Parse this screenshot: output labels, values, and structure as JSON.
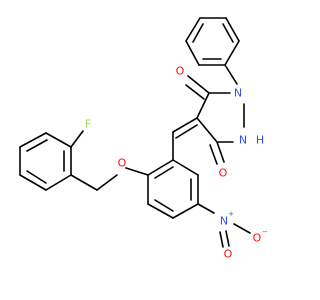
{
  "colors": {
    "bond": "#000000",
    "oxygen": "#ff0d0d",
    "nitrogen": "#3050f8",
    "fluorine": "#90e050",
    "background": "#ffffff"
  },
  "atoms": {
    "fluorine": "F",
    "ether_oxygen": "O",
    "carbonyl_oxygen_top": "O",
    "carbonyl_oxygen_bottom": "O",
    "ring_nitrogen": "N",
    "nh_nitrogen": "N",
    "nh_hydrogen": "H",
    "nitro_nitrogen": "N",
    "nitro_nitrogen_charge": "+",
    "nitro_oxygen_double": "O",
    "nitro_oxygen_single": "O",
    "nitro_oxygen_charge": "−"
  }
}
